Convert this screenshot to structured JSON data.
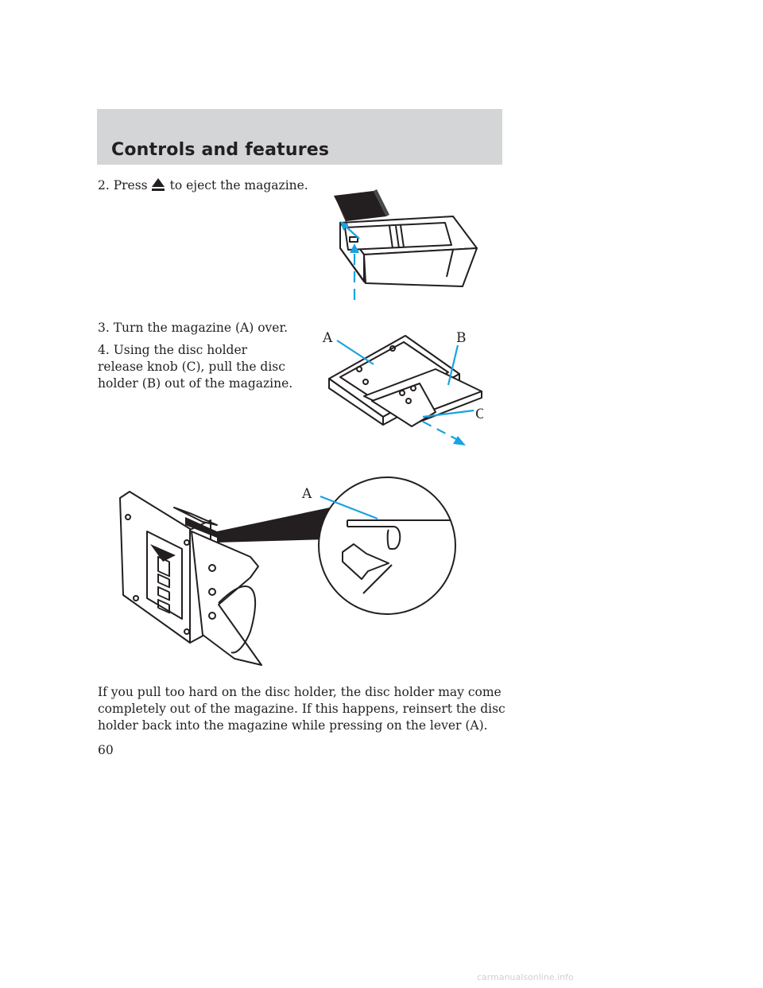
{
  "section": {
    "title": "Controls and features"
  },
  "steps": {
    "step2_before": "2. Press",
    "step2_after": "to eject the magazine.",
    "step3": "3. Turn the magazine (A) over.",
    "step4": "4. Using the disc holder release knob (C), pull the disc holder (B) out of the magazine."
  },
  "figure_labels": {
    "fig2_a": "A",
    "fig2_b": "B",
    "fig2_c": "C",
    "fig3_a": "A"
  },
  "caution": "If you pull too hard on the disc holder, the disc holder may come completely out of the magazine. If this happens, reinsert the disc holder back into the magazine while pressing on the lever (A).",
  "page_number": "60",
  "footer": "carmanualsonline.info",
  "icons": {
    "eject": "eject-icon"
  },
  "colors": {
    "header_band": "#d4d5d6",
    "callout_blue": "#1aa3e0",
    "text": "#231f20"
  }
}
